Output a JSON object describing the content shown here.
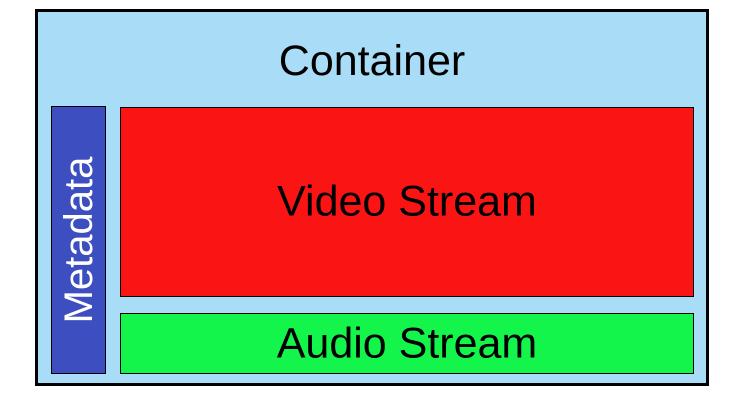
{
  "container": {
    "label": "Container",
    "color": "#a9ddf7"
  },
  "metadata": {
    "label": "Metadata",
    "color": "#3d4fc0"
  },
  "video_stream": {
    "label": "Video Stream",
    "color": "#fa1414"
  },
  "audio_stream": {
    "label": "Audio Stream",
    "color": "#14f54b"
  }
}
